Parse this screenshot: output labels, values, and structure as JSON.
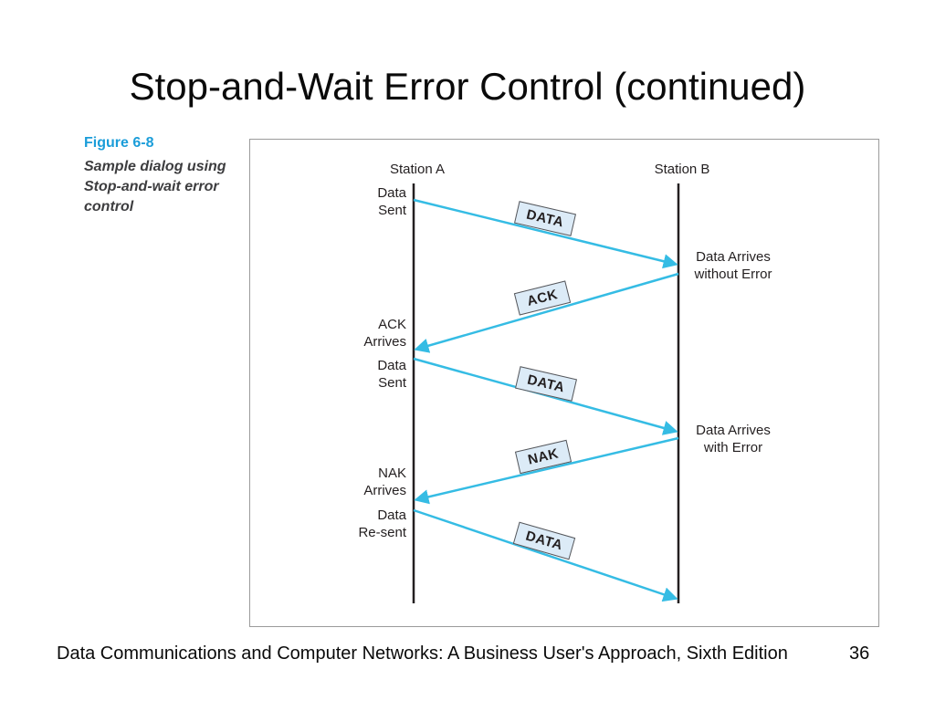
{
  "slide": {
    "title": "Stop-and-Wait Error Control (continued)",
    "footer": {
      "text": "Data Communications and Computer Networks: A Business User's Approach, Sixth Edition",
      "page_number": "36"
    }
  },
  "figure": {
    "label": "Figure 6-8",
    "caption_lines": [
      "Sample dialog using",
      "Stop-and-wait error",
      "control"
    ],
    "stations": {
      "a": "Station A",
      "b": "Station B"
    },
    "events_left": [
      {
        "lines": [
          "Data",
          "Sent"
        ]
      },
      {
        "lines": [
          "ACK",
          "Arrives"
        ]
      },
      {
        "lines": [
          "Data",
          "Sent"
        ]
      },
      {
        "lines": [
          "NAK",
          "Arrives"
        ]
      },
      {
        "lines": [
          "Data",
          "Re-sent"
        ]
      }
    ],
    "events_right": [
      {
        "lines": [
          "Data Arrives",
          "without Error"
        ]
      },
      {
        "lines": [
          "Data Arrives",
          "with Error"
        ]
      }
    ],
    "messages": [
      "DATA",
      "ACK",
      "DATA",
      "NAK",
      "DATA"
    ],
    "colors": {
      "arrow": "#35bce4",
      "figure_label_blue": "#1b9dd9",
      "message_box_fill": "#dcebf7",
      "message_box_border": "#55565a",
      "station_line": "#231f20"
    }
  }
}
